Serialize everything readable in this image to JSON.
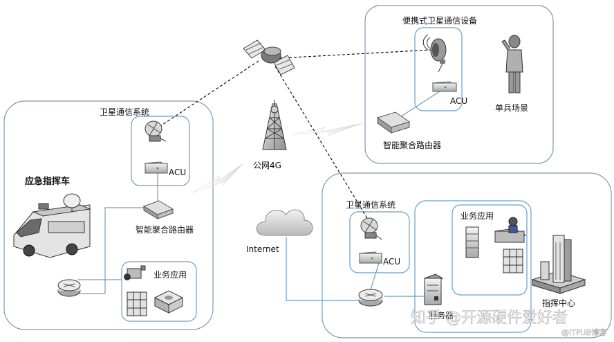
{
  "labels": {
    "portable_title": "便携式卫星通信设备",
    "soldier_scene": "单兵场景",
    "acu_portable": "ACU",
    "router_portable": "智能聚合路由器",
    "left_sys_title": "卫星通信系统",
    "acu_left": "ACU",
    "router_left": "智能聚合路由器",
    "vehicle": "应急指挥车",
    "business_left": "业务应用",
    "public_net": "公网4G",
    "internet": "Internet",
    "right_sys_title": "卫星通信系统",
    "acu_right": "ACU",
    "business_right": "业务应用",
    "server": "服务器",
    "command_center": "指挥中心"
  },
  "watermark": {
    "main": "知乎 @开源硬件爱好者",
    "small": "@ITPUB博客"
  },
  "colors": {
    "panel_border": "#7a9bb8",
    "link_line": "#6a9ec8",
    "dashed_line": "#111111"
  }
}
